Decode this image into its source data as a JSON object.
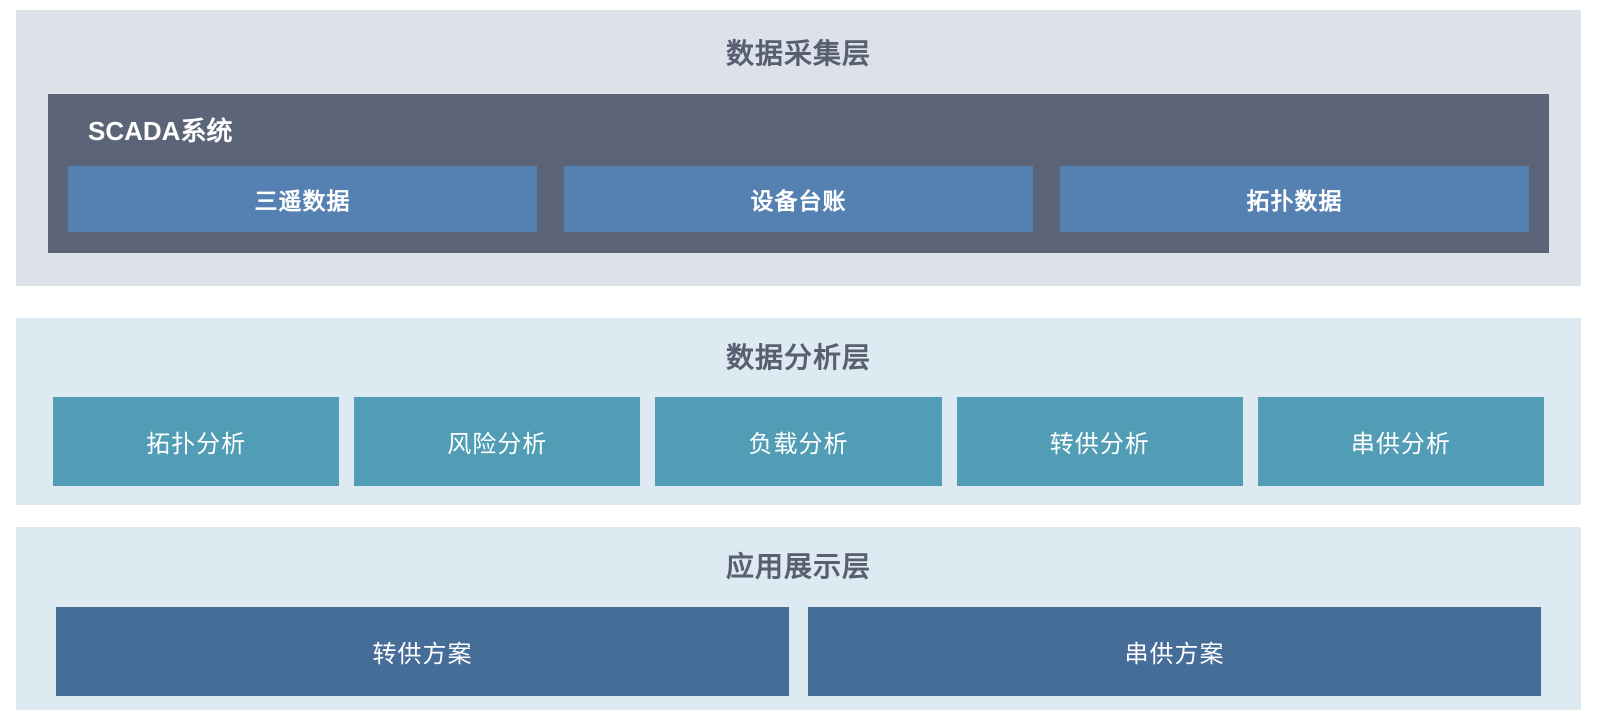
{
  "colors": {
    "page_bg": "#ffffff",
    "collection_panel_bg": "#dde1ea",
    "scada_container_bg": "#5c6577",
    "scada_box_bg": "#5580b2",
    "analysis_panel_bg": "#ddeaf2",
    "analysis_box_bg": "#519db5",
    "display_panel_bg": "#ddeaf2",
    "display_box_bg": "#466c98",
    "title_text": "#575f70",
    "box_text": "#ffffff"
  },
  "collection_layer": {
    "title": "数据采集层",
    "scada": {
      "label": "SCADA系统",
      "boxes": [
        "三遥数据",
        "设备台账",
        "拓扑数据"
      ]
    }
  },
  "analysis_layer": {
    "title": "数据分析层",
    "boxes": [
      "拓扑分析",
      "风险分析",
      "负载分析",
      "转供分析",
      "串供分析"
    ]
  },
  "display_layer": {
    "title": "应用展示层",
    "boxes": [
      "转供方案",
      "串供方案"
    ]
  }
}
